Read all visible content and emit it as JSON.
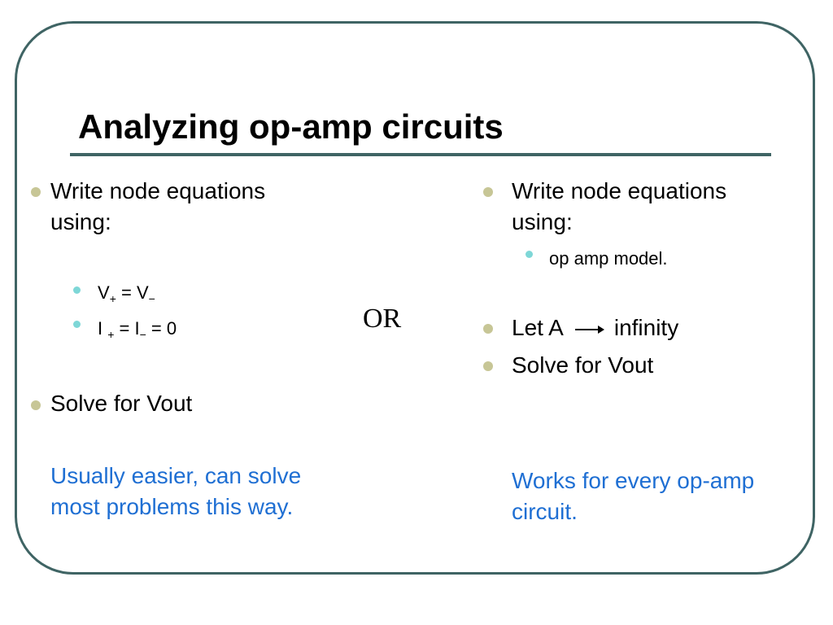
{
  "slide": {
    "title": "Analyzing op-amp circuits",
    "or_label": "OR",
    "left": {
      "bullet1_line1": "Write node equations",
      "bullet1_line2": "using:",
      "sub1_a": "V",
      "sub1_a_sub": "+",
      "sub1_b": " = V",
      "sub1_b_sub": "−",
      "sub2_a": "I ",
      "sub2_a_sub": "+",
      "sub2_b": " = I",
      "sub2_b_sub": "−",
      "sub2_c": " = 0",
      "bullet2": "Solve for Vout",
      "note_line1": "Usually easier, can solve",
      "note_line2": "most problems this way."
    },
    "right": {
      "bullet1_line1": "Write node equations",
      "bullet1_line2": "using:",
      "sub1": "op amp model.",
      "bullet2_a": "Let A",
      "bullet2_b": "infinity",
      "bullet3": "Solve for Vout",
      "note_line1": "Works for every op-amp",
      "note_line2": "circuit."
    },
    "colors": {
      "frame": "#3f6464",
      "bullet": "#c7c696",
      "sub_bullet": "#7ed7d7",
      "note_text": "#1f6fd3"
    }
  }
}
